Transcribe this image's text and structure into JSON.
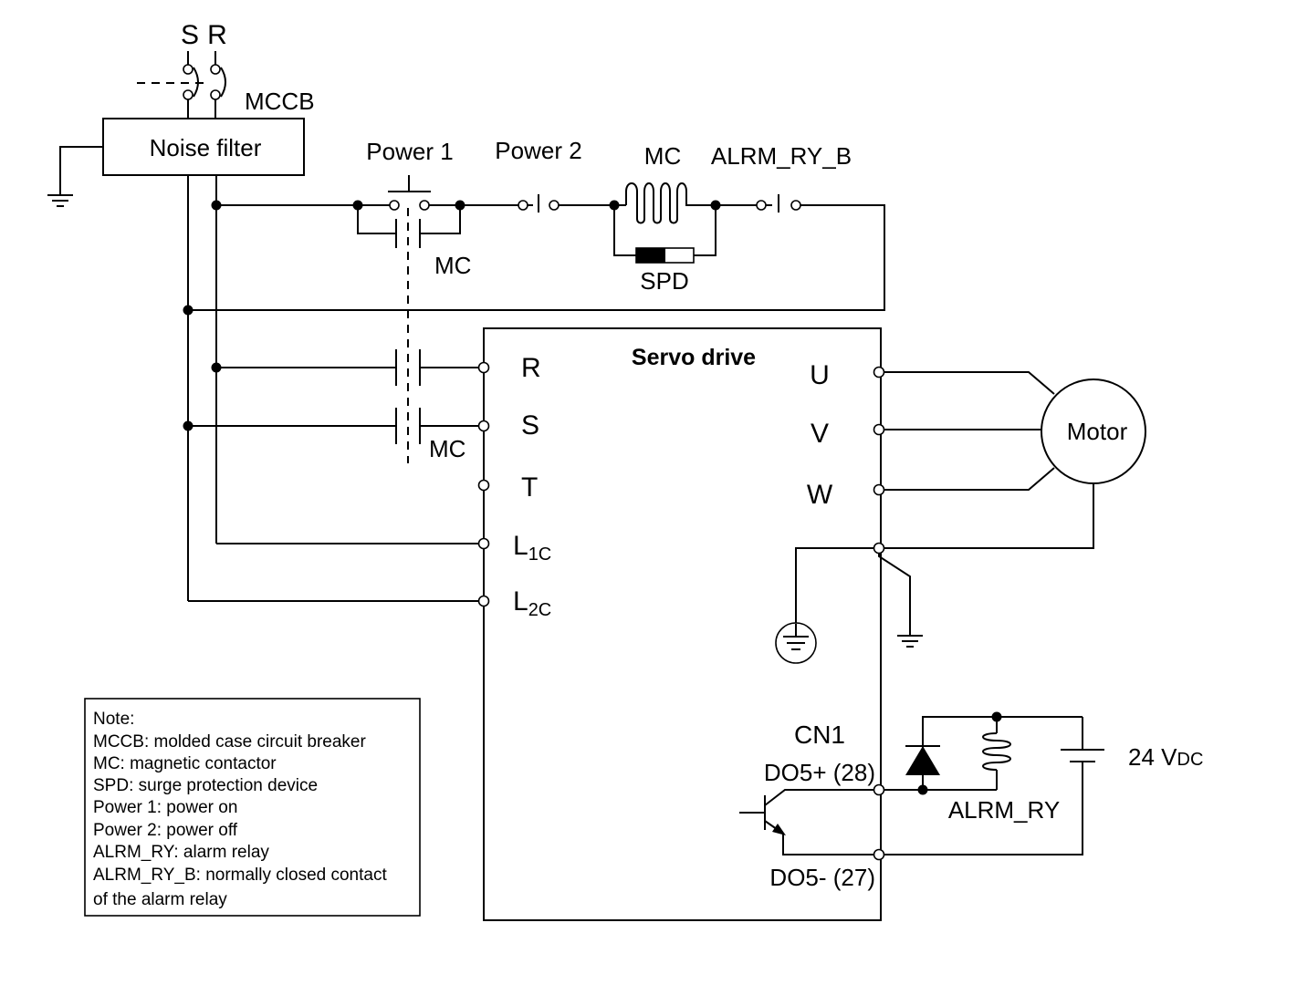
{
  "breaker": {
    "phase_s": "S",
    "phase_r": "R",
    "label": "MCCB"
  },
  "noise_filter": {
    "label": "Noise filter"
  },
  "control_circuit": {
    "power1": "Power 1",
    "power2": "Power 2",
    "mc_coil": "MC",
    "alarm_contact": "ALRM_RY_B",
    "mc_aux_contact": "MC",
    "spd": "SPD"
  },
  "main_contact": {
    "label": "MC"
  },
  "servo_drive": {
    "title": "Servo drive",
    "inputs": {
      "r": "R",
      "s": "S",
      "t": "T",
      "l1c": "L",
      "l1c_sub": "1C",
      "l2c": "L",
      "l2c_sub": "2C"
    },
    "outputs": {
      "u": "U",
      "v": "V",
      "w": "W"
    },
    "cn1": "CN1",
    "do5_plus": "DO5+ (28)",
    "do5_minus": "DO5- (27)"
  },
  "motor": {
    "label": "Motor"
  },
  "relay": {
    "label": "ALRM_RY"
  },
  "supply": {
    "label": "24 V",
    "label_sub": "DC"
  },
  "note": {
    "lines": [
      "Note:",
      "MCCB: molded case circuit breaker",
      "MC: magnetic contactor",
      "SPD: surge protection device",
      "Power 1: power on",
      "Power 2: power off",
      "ALRM_RY: alarm relay",
      "ALRM_RY_B: normally closed contact",
      "of the alarm relay"
    ]
  }
}
